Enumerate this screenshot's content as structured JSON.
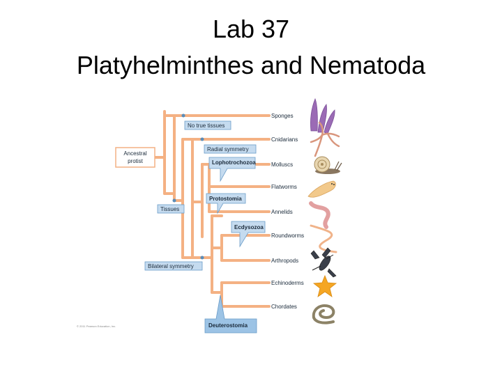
{
  "slide": {
    "title_line1": "Lab 37",
    "title_line2": "Platyhelminthes and Nematoda"
  },
  "diagram": {
    "root": "Ancestral protist",
    "root_line1": "Ancestral",
    "root_line2": "protist",
    "groups": {
      "no_true_tissues": "No true tissues",
      "radial_symmetry": "Radial symmetry",
      "lophotrochozoa": "Lophotrochozoa",
      "protostomia": "Protostomia",
      "tissues": "Tissues",
      "ecdysozoa": "Ecdysozoa",
      "bilateral_symmetry": "Bilateral symmetry",
      "deuterostomia": "Deuterostomia"
    },
    "taxa": [
      "Sponges",
      "Cnidarians",
      "Molluscs",
      "Flatworms",
      "Annelids",
      "Roundworms",
      "Arthropods",
      "Echinoderms",
      "Chordates"
    ],
    "copyright": "© 2011 Pearson Education, Inc.",
    "colors": {
      "branch": "#f4b183",
      "node": "#5b8db8",
      "label_box": "#c5dbef",
      "label_border": "#6a9cc8",
      "root_border": "#f4b183",
      "deutero_fill": "#9cc3e5"
    }
  }
}
